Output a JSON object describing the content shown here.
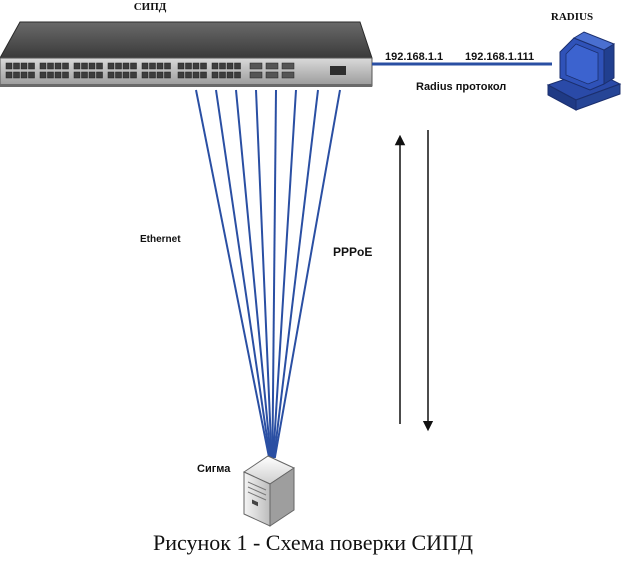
{
  "title": "СИПД",
  "radius": {
    "label": "RADIUS",
    "ip_switch": "192.168.1.1",
    "ip_server": "192.168.1.111",
    "protocol_label": "Radius протокол"
  },
  "links": {
    "ethernet_label": "Ethernet",
    "pppoe_label": "PPPoE"
  },
  "client": {
    "label": "Сигма"
  },
  "caption": "Рисунок 1 - Схема поверки СИПД",
  "colors": {
    "ethernet_lines": "#2a4fa3",
    "radius_link": "#2a4fa3",
    "switch_body": "#4a4a4a",
    "radius_computer": "#2f52b8",
    "arrows": "#111111"
  },
  "icons": {
    "switch": "network-switch-icon",
    "radius": "desktop-computer-icon",
    "client": "server-tower-icon"
  }
}
